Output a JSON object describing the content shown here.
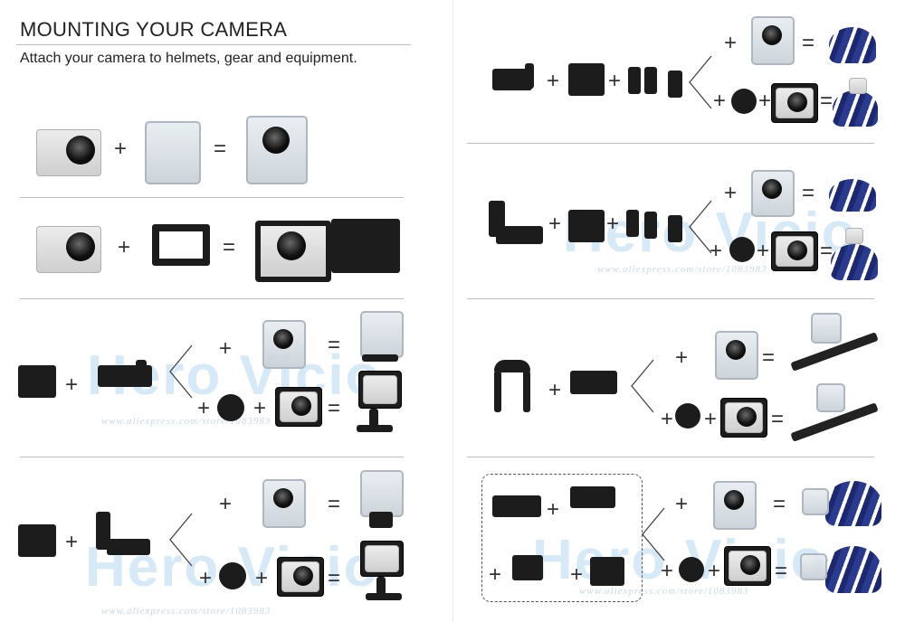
{
  "header": {
    "title": "MOUNTING YOUR CAMERA",
    "subtitle": "Attach your camera to helmets, gear and equipment."
  },
  "symbols": {
    "plus": "+",
    "equals": "="
  },
  "watermark": {
    "brand": "Hero Vicio",
    "url": "www.aliexpress.com/store/1083983"
  },
  "icons": [
    "camera-silver-icon",
    "waterproof-housing-icon",
    "frame-mount-icon",
    "buckle-mount-icon",
    "j-hook-mount-icon",
    "tripod-adapter-icon",
    "curved-adhesive-base-icon",
    "three-way-pivot-arm-icon",
    "handlebar-mount-icon",
    "helmet-icon",
    "handlebar-icon"
  ]
}
